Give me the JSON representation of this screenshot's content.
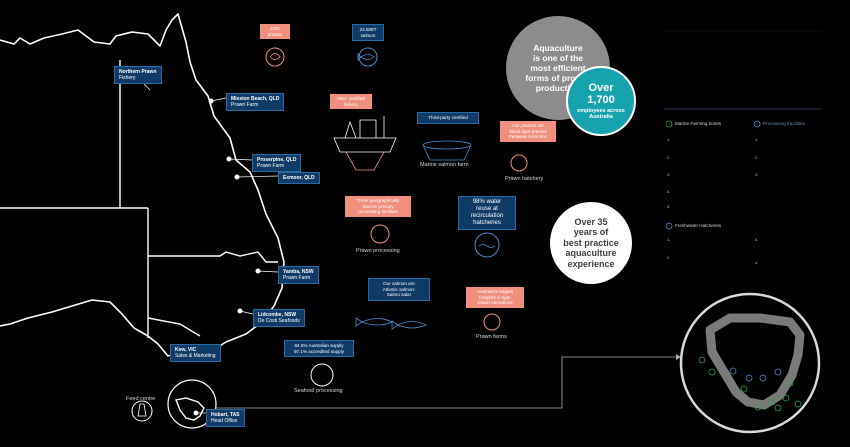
{
  "map_labels": {
    "northern_prawn": {
      "title": "Northern Prawn",
      "sub": "Fishery"
    },
    "mission_beach": {
      "title": "Mission Beach, QLD",
      "sub": "Prawn Farm"
    },
    "proserpine": {
      "title": "Proserpine, QLD",
      "sub": "Prawn Farm"
    },
    "exmoor": {
      "title": "Exmoor, QLD",
      "sub": ""
    },
    "yamba": {
      "title": "Yamba, NSW",
      "sub": "Prawn Farm"
    },
    "lidcombe": {
      "title": "Lidcombe, NSW",
      "sub": "De Costi Seafoods"
    },
    "kew": {
      "title": "Kew, VIC",
      "sub": "Sales & Marketing"
    },
    "hobart": {
      "title": "Hobart, TAS",
      "sub": "Head Office"
    }
  },
  "feed_centre": "Feed centre",
  "stats": {
    "prawns": "2381\nprawns",
    "salmon": "24,508T\nsalmon",
    "msc": "MSC certified\nfishery",
    "third_party": "Third-party certified",
    "prawns_species": "Our prawns are\nblack tiger prawns\nPenaeus monodon",
    "processing": "Three geographically\ndiverse primary\nprocessing facilities",
    "water": "98% water\nreuse at\nrecirculation\nhatcheries",
    "salmon_species": "Our salmon are\nAtlantic salmon:\nSalmo salar",
    "footprint": "Australia's largest\nfootprint in tiger\nprawn operations",
    "supply": "84.6% Australian supply\n97.1% accredited supply"
  },
  "captions": {
    "marine_farm": "Marine salmon farm",
    "prawn_hatchery": "Prawn hatchery",
    "prawn_processing": "Prawn processing",
    "prawn_farms": "Prawn farms",
    "seafood_processing": "Seafood processing"
  },
  "circles": {
    "aquaculture": "Aquaculture\nis one of the\nmost efficient\nforms of protein\nproduction",
    "employees_big": "Over\n1,700",
    "employees_small": "employees across\nAustralia",
    "years": "Over 35\nyears of\nbest practice\naquaculture\nexperience"
  },
  "panel": {
    "marine_zones": "Marine Farming Zones",
    "processing_facilities": "Processing Facilities",
    "freshwater_hatcheries": "Freshwater Hatcheries"
  },
  "colors": {
    "pink": "#f08f7d",
    "navy": "#0f3b66",
    "teal": "#17a3ad",
    "grey": "#8c8c8c",
    "green": "#2fa84a"
  }
}
